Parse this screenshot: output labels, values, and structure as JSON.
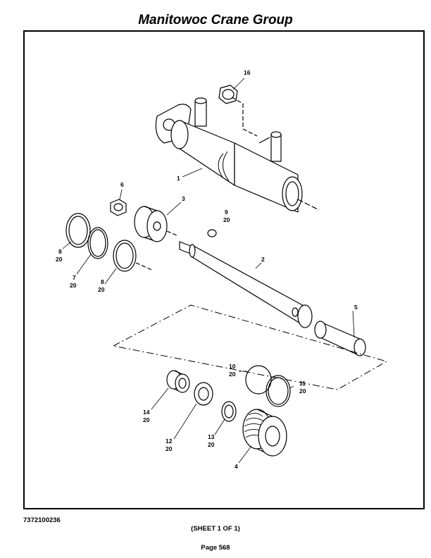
{
  "header": {
    "title": "Manitowoc Crane Group"
  },
  "callouts": {
    "c16": "16",
    "c1": "1",
    "c6": "6",
    "c3": "3",
    "c9": "9",
    "c9q": "20",
    "c8a": "8",
    "c8aq": "20",
    "c7": "7",
    "c7q": "20",
    "c8b": "8",
    "c8bq": "20",
    "c2": "2",
    "c5": "5",
    "c10": "10",
    "c10q": "20",
    "c11": "11",
    "c11q": "20",
    "c14": "14",
    "c14q": "20",
    "c12": "12",
    "c12q": "20",
    "c13": "13",
    "c13q": "20",
    "c4": "4"
  },
  "footer": {
    "drawing_number": "7372100236",
    "sheet": "(SHEET 1 OF 1)",
    "page": "Page 568"
  }
}
